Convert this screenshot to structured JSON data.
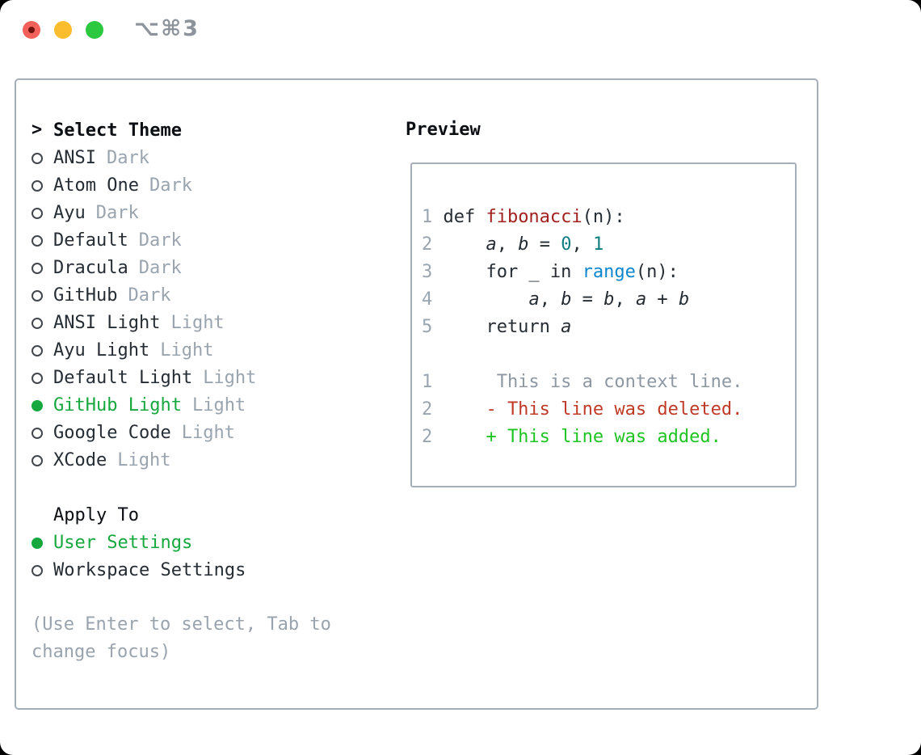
{
  "window": {
    "title": "⌥⌘3"
  },
  "colors": {
    "selection_green": "#16a83e",
    "diff_added_green": "#1ec522",
    "diff_deleted_red": "#c03a28",
    "function_red": "#a2211f",
    "builtin_blue": "#0b87cf",
    "number_teal": "#0f7d80",
    "muted_gray": "#9aa4af",
    "border_gray": "#a6aeb9",
    "traffic_red": "#f4605a",
    "traffic_yellow": "#fbbd2d",
    "traffic_green": "#2bc840"
  },
  "theme_picker": {
    "title": "Select Theme",
    "cursor_glyph": ">",
    "items": [
      {
        "name": "ANSI",
        "variant": "Dark",
        "selected": false
      },
      {
        "name": "Atom One",
        "variant": "Dark",
        "selected": false
      },
      {
        "name": "Ayu",
        "variant": "Dark",
        "selected": false
      },
      {
        "name": "Default",
        "variant": "Dark",
        "selected": false
      },
      {
        "name": "Dracula",
        "variant": "Dark",
        "selected": false
      },
      {
        "name": "GitHub",
        "variant": "Dark",
        "selected": false
      },
      {
        "name": "ANSI Light",
        "variant": "Light",
        "selected": false
      },
      {
        "name": "Ayu Light",
        "variant": "Light",
        "selected": false
      },
      {
        "name": "Default Light",
        "variant": "Light",
        "selected": false
      },
      {
        "name": "GitHub Light",
        "variant": "Light",
        "selected": true
      },
      {
        "name": "Google Code",
        "variant": "Light",
        "selected": false
      },
      {
        "name": "XCode",
        "variant": "Light",
        "selected": false
      }
    ]
  },
  "apply_to": {
    "title": "Apply To",
    "options": [
      {
        "label": "User Settings",
        "selected": true
      },
      {
        "label": "Workspace Settings",
        "selected": false
      }
    ]
  },
  "help": {
    "text": "(Use Enter to select, Tab to change focus)"
  },
  "preview": {
    "title": "Preview",
    "lines": [
      {
        "num": "1",
        "segs": [
          {
            "text": "def "
          },
          {
            "text": "fibonacci"
          },
          {
            "text": "(n):"
          }
        ]
      },
      {
        "num": "2",
        "segs": [
          {
            "text": "    "
          },
          {
            "text": "a"
          },
          {
            "text": ", "
          },
          {
            "text": "b"
          },
          {
            "text": " = "
          },
          {
            "text": "0"
          },
          {
            "text": ", "
          },
          {
            "text": "1"
          }
        ]
      },
      {
        "num": "3",
        "segs": [
          {
            "text": "    for _ in "
          },
          {
            "text": "range"
          },
          {
            "text": "(n):"
          }
        ]
      },
      {
        "num": "4",
        "segs": [
          {
            "text": "        "
          },
          {
            "text": "a"
          },
          {
            "text": ", "
          },
          {
            "text": "b"
          },
          {
            "text": " = "
          },
          {
            "text": "b"
          },
          {
            "text": ", "
          },
          {
            "text": "a"
          },
          {
            "text": " + "
          },
          {
            "text": "b"
          }
        ]
      },
      {
        "num": "5",
        "segs": [
          {
            "text": "    return "
          },
          {
            "text": "a"
          }
        ]
      },
      {
        "num": "1",
        "segs": [
          {
            "text": "     This is a context line."
          }
        ]
      },
      {
        "num": "2",
        "segs": [
          {
            "text": "    - This line was deleted."
          }
        ]
      },
      {
        "num": "2",
        "segs": [
          {
            "text": "    + This line was added."
          }
        ]
      }
    ]
  }
}
